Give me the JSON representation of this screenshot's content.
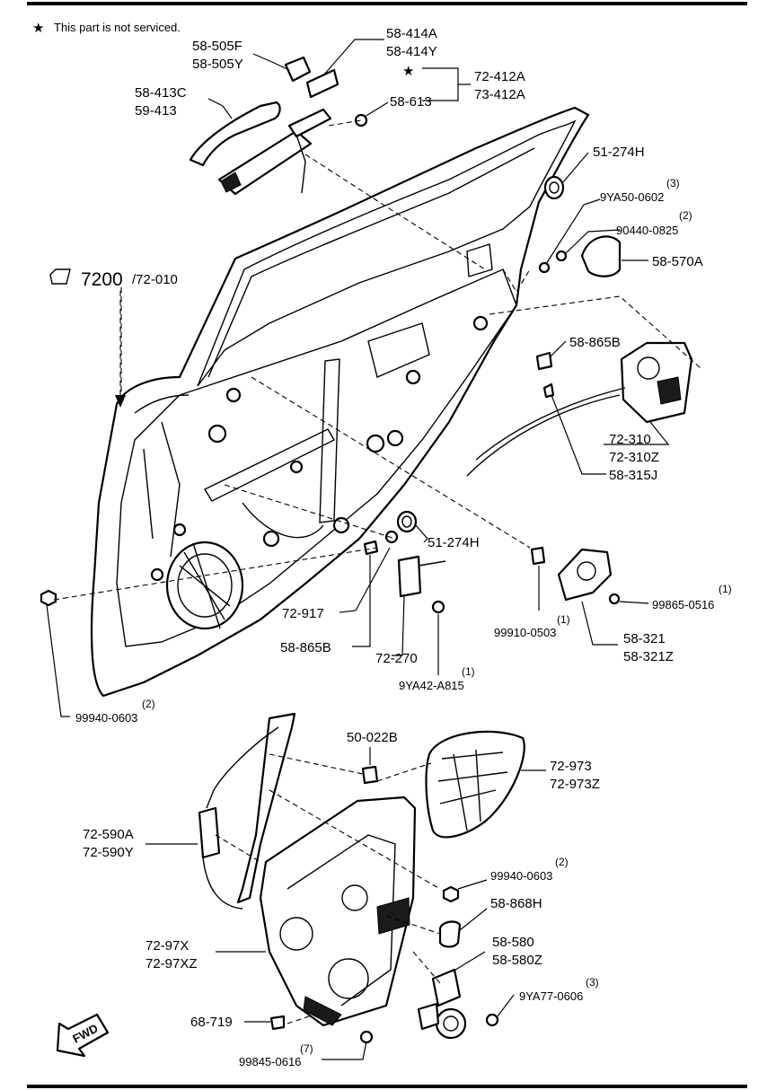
{
  "legend": {
    "star_symbol": "★",
    "note": "This part is not serviced."
  },
  "callouts": [
    {
      "id": "c-58-505",
      "lines": [
        "58-505F",
        "58-505Y"
      ]
    },
    {
      "id": "c-58-414",
      "lines": [
        "58-414A",
        "58-414Y"
      ]
    },
    {
      "id": "c-72-412",
      "lines": [
        "72-412A",
        "73-412A"
      ]
    },
    {
      "id": "c-58-413",
      "lines": [
        "58-413C",
        "59-413"
      ]
    },
    {
      "id": "c-58-613",
      "lines": [
        "58-613"
      ]
    },
    {
      "id": "c-51-274h-top",
      "lines": [
        "51-274H"
      ]
    },
    {
      "id": "c-9ya50",
      "lines": [
        "9YA50-0602"
      ],
      "qty": "(3)"
    },
    {
      "id": "c-90440",
      "lines": [
        "90440-0825"
      ],
      "qty": "(2)"
    },
    {
      "id": "c-58-570a",
      "lines": [
        "58-570A"
      ]
    },
    {
      "id": "c-58-865b-top",
      "lines": [
        "58-865B"
      ]
    },
    {
      "id": "c-72-310",
      "lines": [
        "72-310",
        "72-310Z"
      ]
    },
    {
      "id": "c-58-315j",
      "lines": [
        "58-315J"
      ]
    },
    {
      "id": "c-51-274h-mid",
      "lines": [
        "51-274H"
      ]
    },
    {
      "id": "c-99865",
      "lines": [
        "99865-0516"
      ],
      "qty": "(1)"
    },
    {
      "id": "c-72-917",
      "lines": [
        "72-917"
      ]
    },
    {
      "id": "c-99910",
      "lines": [
        "99910-0503"
      ],
      "qty": "(1)"
    },
    {
      "id": "c-58-321",
      "lines": [
        "58-321",
        "58-321Z"
      ]
    },
    {
      "id": "c-58-865b-bot",
      "lines": [
        "58-865B"
      ]
    },
    {
      "id": "c-72-270",
      "lines": [
        "72-270"
      ]
    },
    {
      "id": "c-9ya42",
      "lines": [
        "9YA42-A815"
      ],
      "qty": "(1)"
    },
    {
      "id": "c-99940-top",
      "lines": [
        "99940-0603"
      ],
      "qty": "(2)"
    },
    {
      "id": "c-50-022b",
      "lines": [
        "50-022B"
      ]
    },
    {
      "id": "c-72-973",
      "lines": [
        "72-973",
        "72-973Z"
      ]
    },
    {
      "id": "c-72-590",
      "lines": [
        "72-590A",
        "72-590Y"
      ]
    },
    {
      "id": "c-99940-bot",
      "lines": [
        "99940-0603"
      ],
      "qty": "(2)"
    },
    {
      "id": "c-58-868h",
      "lines": [
        "58-868H"
      ]
    },
    {
      "id": "c-72-97x",
      "lines": [
        "72-97X",
        "72-97XZ"
      ]
    },
    {
      "id": "c-58-580",
      "lines": [
        "58-580",
        "58-580Z"
      ]
    },
    {
      "id": "c-9ya77",
      "lines": [
        "9YA77-0606"
      ],
      "qty": "(3)"
    },
    {
      "id": "c-68-719",
      "lines": [
        "68-719"
      ]
    },
    {
      "id": "c-99845",
      "lines": [
        "99845-0616"
      ],
      "qty": "(7)"
    }
  ],
  "main_assembly": {
    "code_primary": "7200",
    "code_secondary": "/72-010"
  },
  "fwd_arrow": {
    "label": "FWD"
  }
}
